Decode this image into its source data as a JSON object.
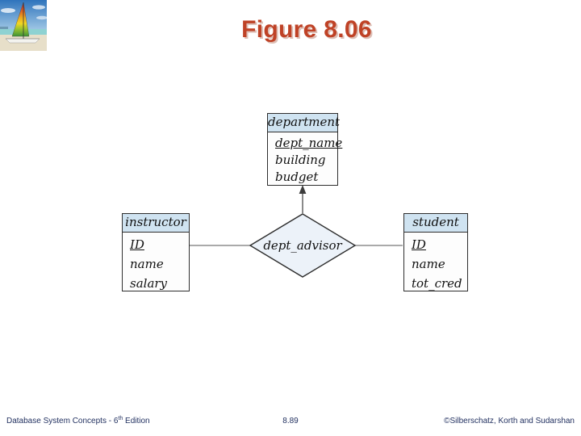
{
  "slide": {
    "title": "Figure 8.06"
  },
  "logo": {
    "icon": "rainbow-sailboat-beach-photo"
  },
  "figure": {
    "entities": [
      {
        "name": "department",
        "attributes": [
          {
            "label": "dept_name",
            "primary_key": true
          },
          {
            "label": "building",
            "primary_key": false
          },
          {
            "label": "budget",
            "primary_key": false
          }
        ]
      },
      {
        "name": "instructor",
        "attributes": [
          {
            "label": "ID",
            "primary_key": true
          },
          {
            "label": "name",
            "primary_key": false
          },
          {
            "label": "salary",
            "primary_key": false
          }
        ]
      },
      {
        "name": "student",
        "attributes": [
          {
            "label": "ID",
            "primary_key": true
          },
          {
            "label": "name",
            "primary_key": false
          },
          {
            "label": "tot_cred",
            "primary_key": false
          }
        ]
      }
    ],
    "relationship": {
      "label": "dept_advisor"
    },
    "connections": [
      "instructor - dept_advisor",
      "dept_advisor - student",
      "dept_advisor -> department (arrow)"
    ],
    "colors": {
      "entity_header_fill": "#cfe3f1",
      "relationship_fill": "#ecf2f9",
      "shape_border": "#2e2e2e",
      "connector_line": "#787878",
      "arrow_line": "#3c3c3c"
    }
  },
  "footer": {
    "left_text": "Database System Concepts - 6",
    "left_superscript": "th",
    "left_suffix": " Edition",
    "page_number": "8.89",
    "copyright": "©Silberschatz, Korth and Sudarshan"
  },
  "theme": {
    "title_color": "#bf4226",
    "footer_color": "#1f2e5e",
    "background": "#ffffff"
  }
}
